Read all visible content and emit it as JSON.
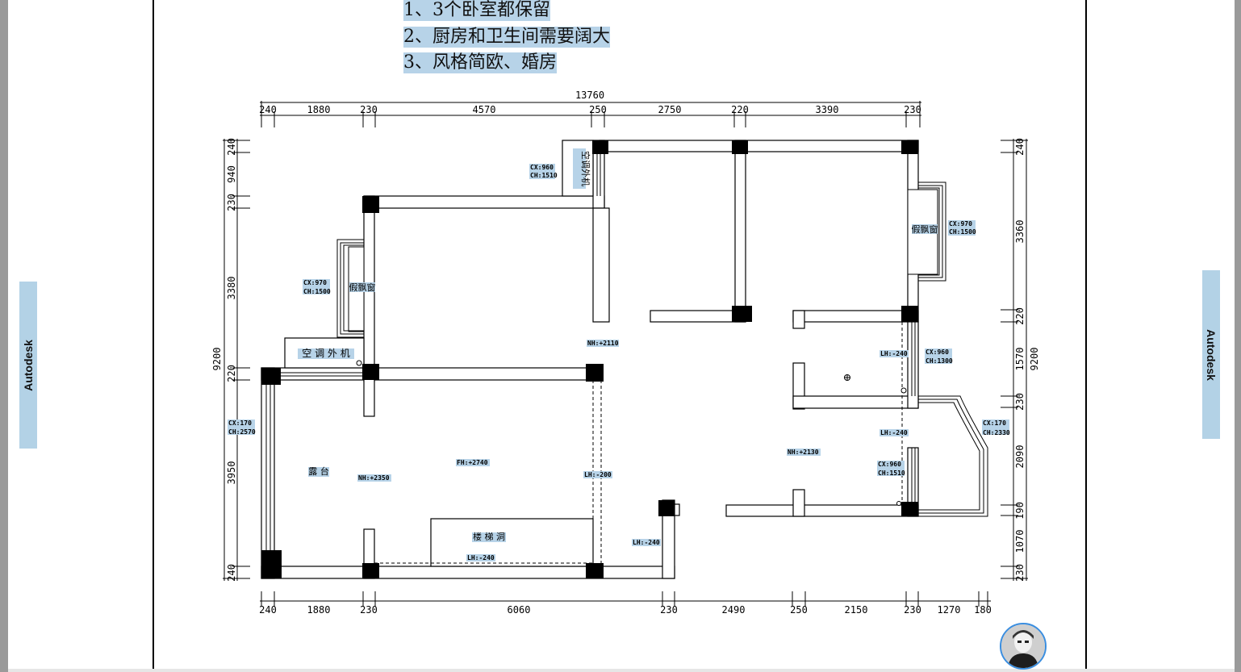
{
  "app": {
    "side_label": "Autodesk"
  },
  "notes": [
    "1、3个卧室都保留",
    "2、厨房和卫生间需要阔大",
    "3、风格简欧、婚房"
  ],
  "dimensions": {
    "overall_width": "13760",
    "top": [
      "240",
      "1880",
      "230",
      "4570",
      "250",
      "2750",
      "220",
      "3390",
      "230"
    ],
    "bottom": [
      "240",
      "1880",
      "230",
      "6060",
      "230",
      "2490",
      "250",
      "2150",
      "230",
      "1270",
      "180"
    ],
    "left": [
      "240",
      "940",
      "230",
      "3380",
      "220",
      "3950",
      "240"
    ],
    "left_total": "9200",
    "right": [
      "240",
      "3360",
      "220",
      "1570",
      "230",
      "2090",
      "190",
      "1070",
      "230"
    ],
    "right_total": "9200"
  },
  "labels": {
    "ac_unit_top": "空调外机",
    "ac_unit_left": "空 调 外 机",
    "bay_window_left": "假飘窗",
    "bay_window_right": "假飘窗",
    "balcony": "露 台",
    "stairwell": "楼 梯 洞",
    "window_cx960_ch1510_a": [
      "CX:960",
      "CH:1510"
    ],
    "window_cx970_ch1500_left": [
      "CX:970",
      "CH:1500"
    ],
    "window_cx970_ch1500_right": [
      "CX:970",
      "CH:1500"
    ],
    "window_cx960_ch1300": [
      "CX:960",
      "CH:1300"
    ],
    "window_cx170_ch2570": [
      "CX:170",
      "CH:2570"
    ],
    "window_cx170_ch2330": [
      "CX:170",
      "CH:2330"
    ],
    "window_cx960_ch1510_b": [
      "CX:960",
      "CH:1510"
    ],
    "nh_2110": "NH:+2110",
    "nh_2350": "NH:+2350",
    "nh_2130": "NH:+2130",
    "fh_2740": "FH:+2740",
    "lh_200": "LH:-200",
    "lh_240_a": "LH:-240",
    "lh_240_b": "LH:-240",
    "lh_240_c": "LH:-240",
    "lh_240_d": "LH:-240"
  }
}
